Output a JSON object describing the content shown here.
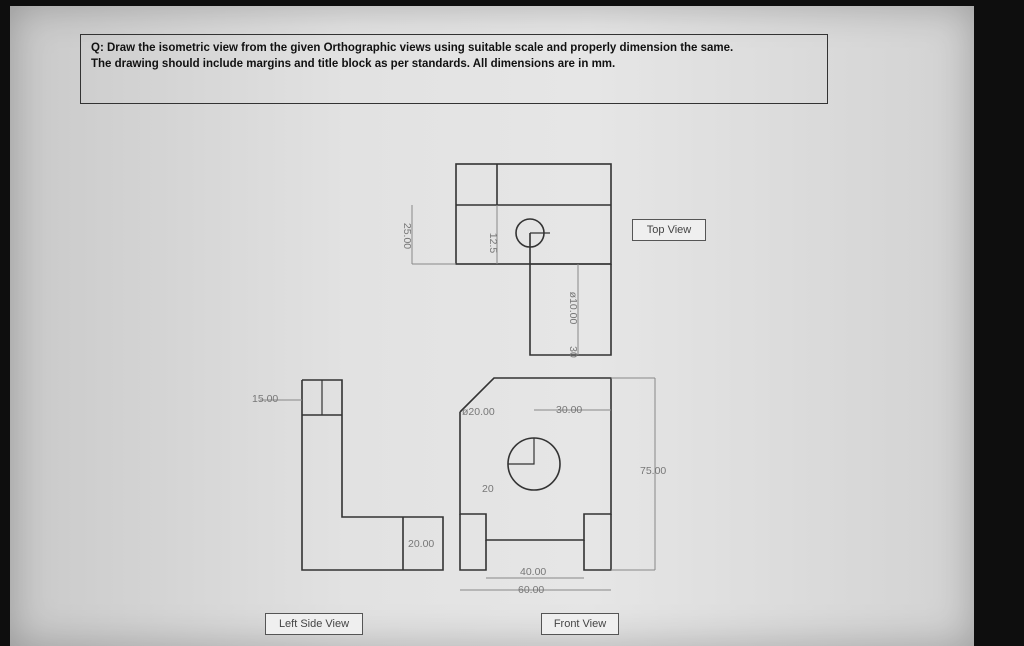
{
  "question": {
    "line1": "Q: Draw the isometric view from the given Orthographic views using suitable scale and properly dimension the same.",
    "line2": "The drawing should include margins and title block as per standards. All dimensions are in mm."
  },
  "labels": {
    "top_view": "Top View",
    "left_side_view": "Left Side View",
    "front_view": "Front View"
  },
  "dimensions": {
    "top_25": "25.00",
    "top_12_5": "12.5",
    "top_dia10": "ø10.00",
    "top_30": "30",
    "left_15": "15.00",
    "left_20": "20.00",
    "front_dia20": "ø20.00",
    "front_30": "30.00",
    "front_75": "75.00",
    "front_20": "20",
    "front_40": "40.00",
    "front_60": "60.00"
  }
}
